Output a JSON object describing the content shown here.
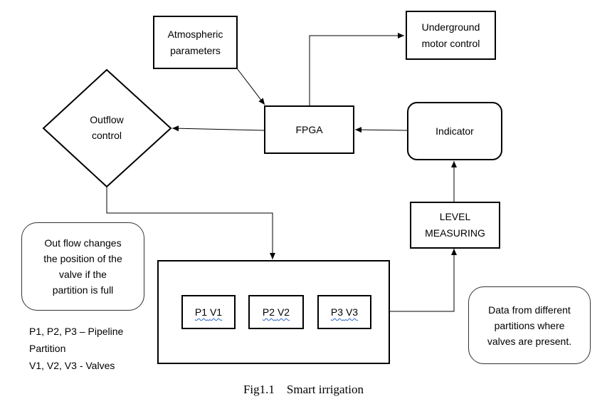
{
  "diagram": {
    "atmospheric": [
      "Atmospheric",
      "parameters"
    ],
    "underground": [
      "Underground",
      "motor control"
    ],
    "fpga": "FPGA",
    "indicator": "Indicator",
    "outflow": [
      "Outflow",
      "control"
    ],
    "level": [
      "LEVEL",
      "MEASURING"
    ],
    "partitions": [
      {
        "p": "P1",
        "v": "V1"
      },
      {
        "p": "P2",
        "v": "V2"
      },
      {
        "p": "P3",
        "v": "V3"
      }
    ],
    "note_outflow": [
      "Out flow changes",
      "the position of the",
      "valve if the",
      "partition is full"
    ],
    "note_data": [
      "Data from different",
      "partitions where",
      "valves are present."
    ],
    "legend": [
      "P1, P2, P3 – Pipeline",
      "Partition",
      "V1, V2, V3 - Valves"
    ],
    "caption": "Fig1.1    Smart irrigation"
  }
}
